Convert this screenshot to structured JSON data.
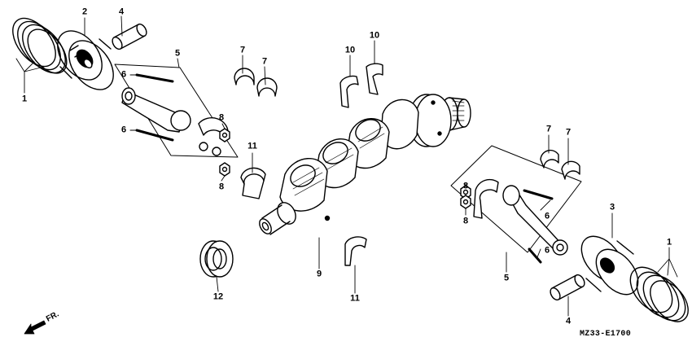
{
  "diagram_code": "MZ33-E1700",
  "front_marker": {
    "label": "FR.",
    "icon": "front-arrow-icon"
  },
  "callouts": [
    {
      "id": "1a",
      "label": "1"
    },
    {
      "id": "2",
      "label": "2"
    },
    {
      "id": "4a",
      "label": "4"
    },
    {
      "id": "5a",
      "label": "5"
    },
    {
      "id": "6a",
      "label": "6"
    },
    {
      "id": "6b",
      "label": "6"
    },
    {
      "id": "8a",
      "label": "8"
    },
    {
      "id": "8b",
      "label": "8"
    },
    {
      "id": "7a",
      "label": "7"
    },
    {
      "id": "7b",
      "label": "7"
    },
    {
      "id": "11a",
      "label": "11"
    },
    {
      "id": "10a",
      "label": "10"
    },
    {
      "id": "10b",
      "label": "10"
    },
    {
      "id": "9",
      "label": "9"
    },
    {
      "id": "11b",
      "label": "11"
    },
    {
      "id": "12",
      "label": "12"
    },
    {
      "id": "7c",
      "label": "7"
    },
    {
      "id": "7d",
      "label": "7"
    },
    {
      "id": "8c",
      "label": "8"
    },
    {
      "id": "8d",
      "label": "8"
    },
    {
      "id": "6c",
      "label": "6"
    },
    {
      "id": "6d",
      "label": "6"
    },
    {
      "id": "3",
      "label": "3"
    },
    {
      "id": "1b",
      "label": "1"
    },
    {
      "id": "5b",
      "label": "5"
    },
    {
      "id": "4b",
      "label": "4"
    }
  ]
}
